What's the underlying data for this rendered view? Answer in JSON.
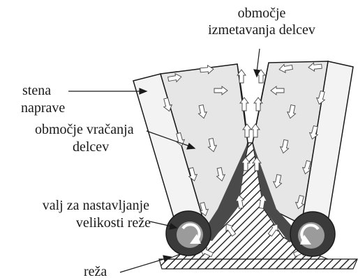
{
  "labels": {
    "ejection_zone": [
      "območje",
      "izmetavanja delcev"
    ],
    "device_wall": [
      "stena",
      "naprave"
    ],
    "return_zone": [
      "območje vračanja",
      "delcev"
    ],
    "roller": [
      "valj za nastavljanje",
      "velikosti reže"
    ],
    "gap": "reža"
  },
  "colors": {
    "ink": "#1a1a1a",
    "chamber_fill": "#e6e6e6",
    "wall_fill": "#f3f3f3",
    "arrow_fill": "#ffffff",
    "roller_dark": "#3a3a3a",
    "roller_light": "#9b9b9b",
    "dark_zone": "#4a4a4a",
    "hatch": "#2a2a2a"
  }
}
